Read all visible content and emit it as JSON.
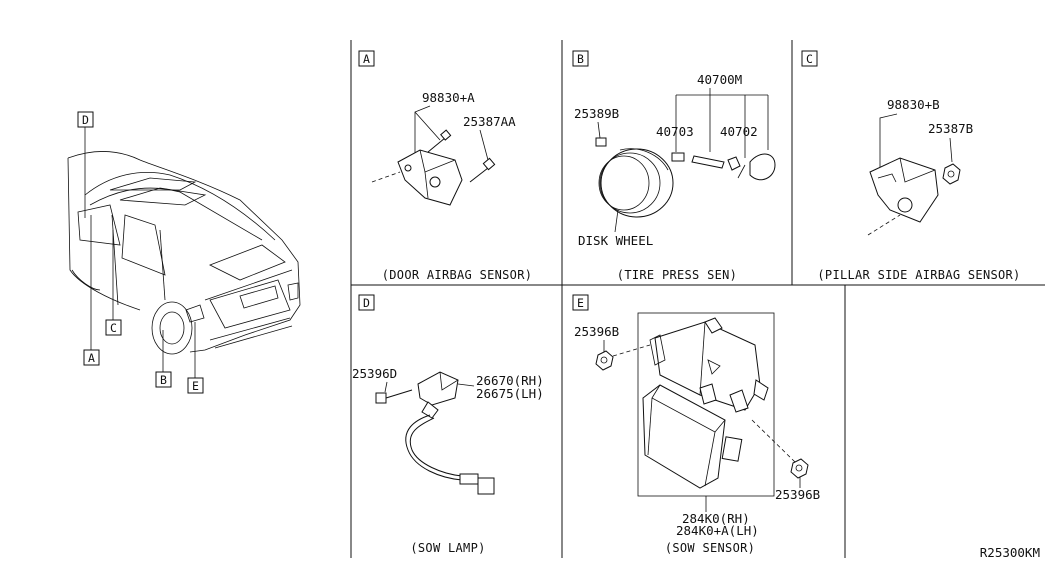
{
  "diagram_code": "R25300KM",
  "vehicle_callouts": [
    "D",
    "C",
    "A",
    "B",
    "E"
  ],
  "sections": {
    "A": {
      "letter": "A",
      "caption": "(DOOR AIRBAG SENSOR)",
      "parts": [
        "98830+A",
        "25387AA"
      ]
    },
    "B": {
      "letter": "B",
      "caption": "(TIRE PRESS SEN)",
      "parts": [
        "40700M",
        "25389B",
        "40703",
        "40702"
      ],
      "labels": [
        "DISK WHEEL"
      ]
    },
    "C": {
      "letter": "C",
      "caption": "(PILLAR SIDE AIRBAG SENSOR)",
      "parts": [
        "98830+B",
        "25387B"
      ]
    },
    "D": {
      "letter": "D",
      "caption": "(SOW LAMP)",
      "parts": [
        "25396D",
        "26670(RH)",
        "26675(LH)"
      ]
    },
    "E": {
      "letter": "E",
      "caption": "(SOW SENSOR)",
      "parts": [
        "25396B",
        "25396B",
        "284K0(RH)",
        "284K0+A(LH)"
      ]
    }
  }
}
